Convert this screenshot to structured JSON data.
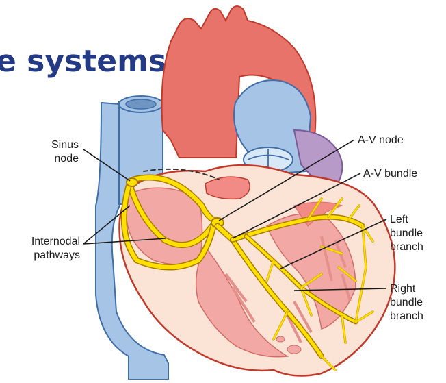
{
  "heading": "e systems:",
  "labels": {
    "sinus_node": [
      "Sinus",
      "node"
    ],
    "internodal": [
      "Internodal",
      "pathways"
    ],
    "av_node": [
      "A-V node"
    ],
    "av_bundle": [
      "A-V bundle"
    ],
    "left_branch": [
      "Left",
      "bundle",
      "branch"
    ],
    "right_branch": [
      "Right",
      "bundle",
      "branch"
    ]
  },
  "colors": {
    "artery": "#e8736a",
    "vein": "#a6c4e6",
    "heart_wall": "#fbe3d6",
    "muscle": "#f2a9a5",
    "conduction": "#ffe000",
    "atrium_purple": "#b89ac9",
    "heading": "#243a85"
  }
}
